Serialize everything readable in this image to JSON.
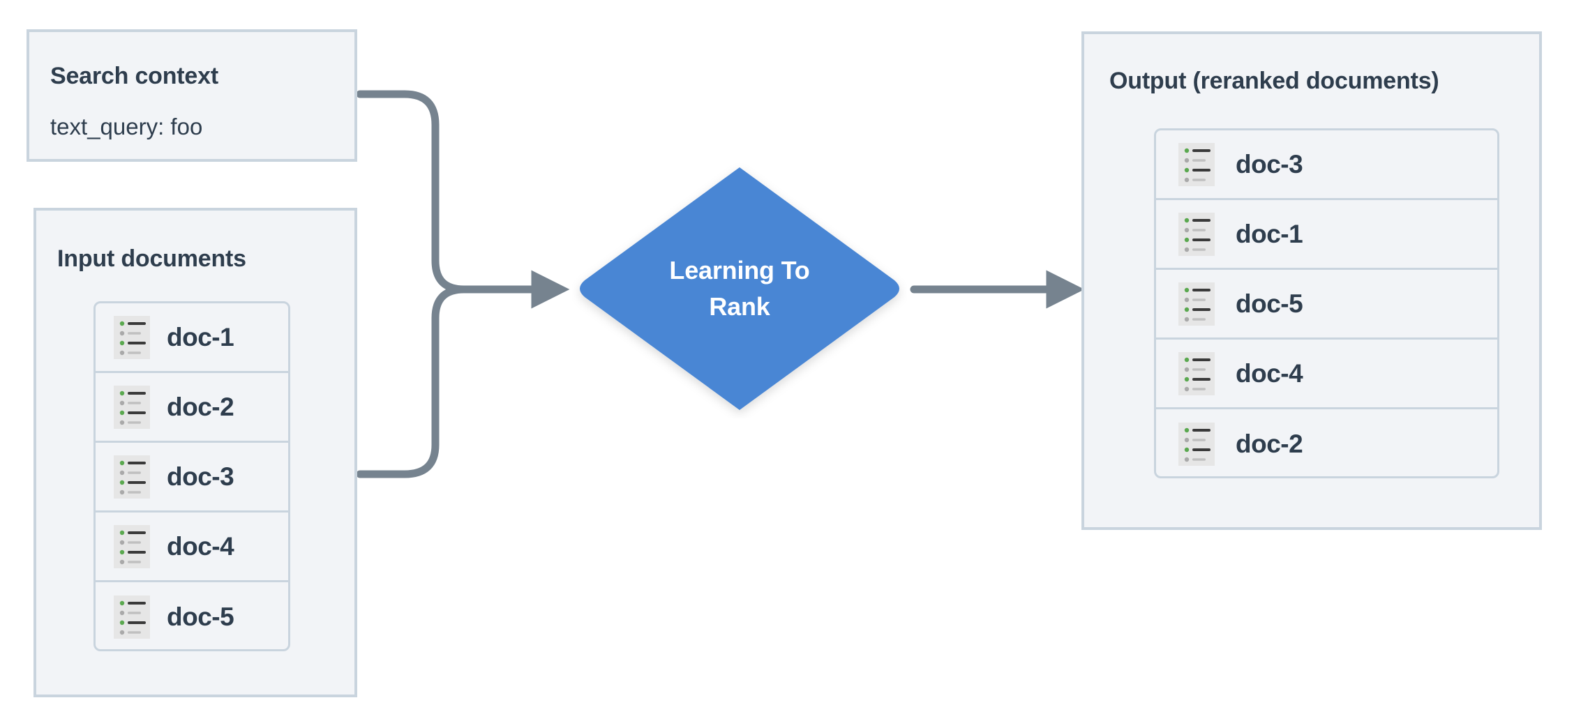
{
  "diagram": {
    "title": "Learning To Rank reranking flow",
    "background": "#ffffff",
    "colors": {
      "panel_fill": "#f2f4f7",
      "panel_border": "#c9d4de",
      "text": "#2e3d4d",
      "node_blue": "#4a86d4",
      "connector": "#76838f",
      "icon_bg": "#e6e6e6",
      "icon_bullet_green": "#5aa84f",
      "icon_bullet_gray": "#a9a9a9",
      "icon_line_dark": "#3a3a3a",
      "icon_line_light": "#c0c0c0"
    }
  },
  "search_context": {
    "title": "Search context",
    "query_line": "text_query: foo"
  },
  "input_documents": {
    "title": "Input documents",
    "docs": [
      {
        "label": "doc-1",
        "icon": "document-list-icon"
      },
      {
        "label": "doc-2",
        "icon": "document-list-icon"
      },
      {
        "label": "doc-3",
        "icon": "document-list-icon"
      },
      {
        "label": "doc-4",
        "icon": "document-list-icon"
      },
      {
        "label": "doc-5",
        "icon": "document-list-icon"
      }
    ]
  },
  "process_node": {
    "shape": "diamond",
    "line1": "Learning To",
    "line2": "Rank"
  },
  "output": {
    "title": "Output (reranked documents)",
    "docs": [
      {
        "label": "doc-3",
        "icon": "document-list-icon"
      },
      {
        "label": "doc-1",
        "icon": "document-list-icon"
      },
      {
        "label": "doc-5",
        "icon": "document-list-icon"
      },
      {
        "label": "doc-4",
        "icon": "document-list-icon"
      },
      {
        "label": "doc-2",
        "icon": "document-list-icon"
      }
    ]
  },
  "connectors": [
    {
      "name": "search-context-to-ltr",
      "from": "search_context",
      "to": "process_node",
      "arrow": true
    },
    {
      "name": "input-documents-to-ltr",
      "from": "input_documents",
      "to": "process_node",
      "arrow": true
    },
    {
      "name": "ltr-to-output",
      "from": "process_node",
      "to": "output",
      "arrow": true
    }
  ]
}
